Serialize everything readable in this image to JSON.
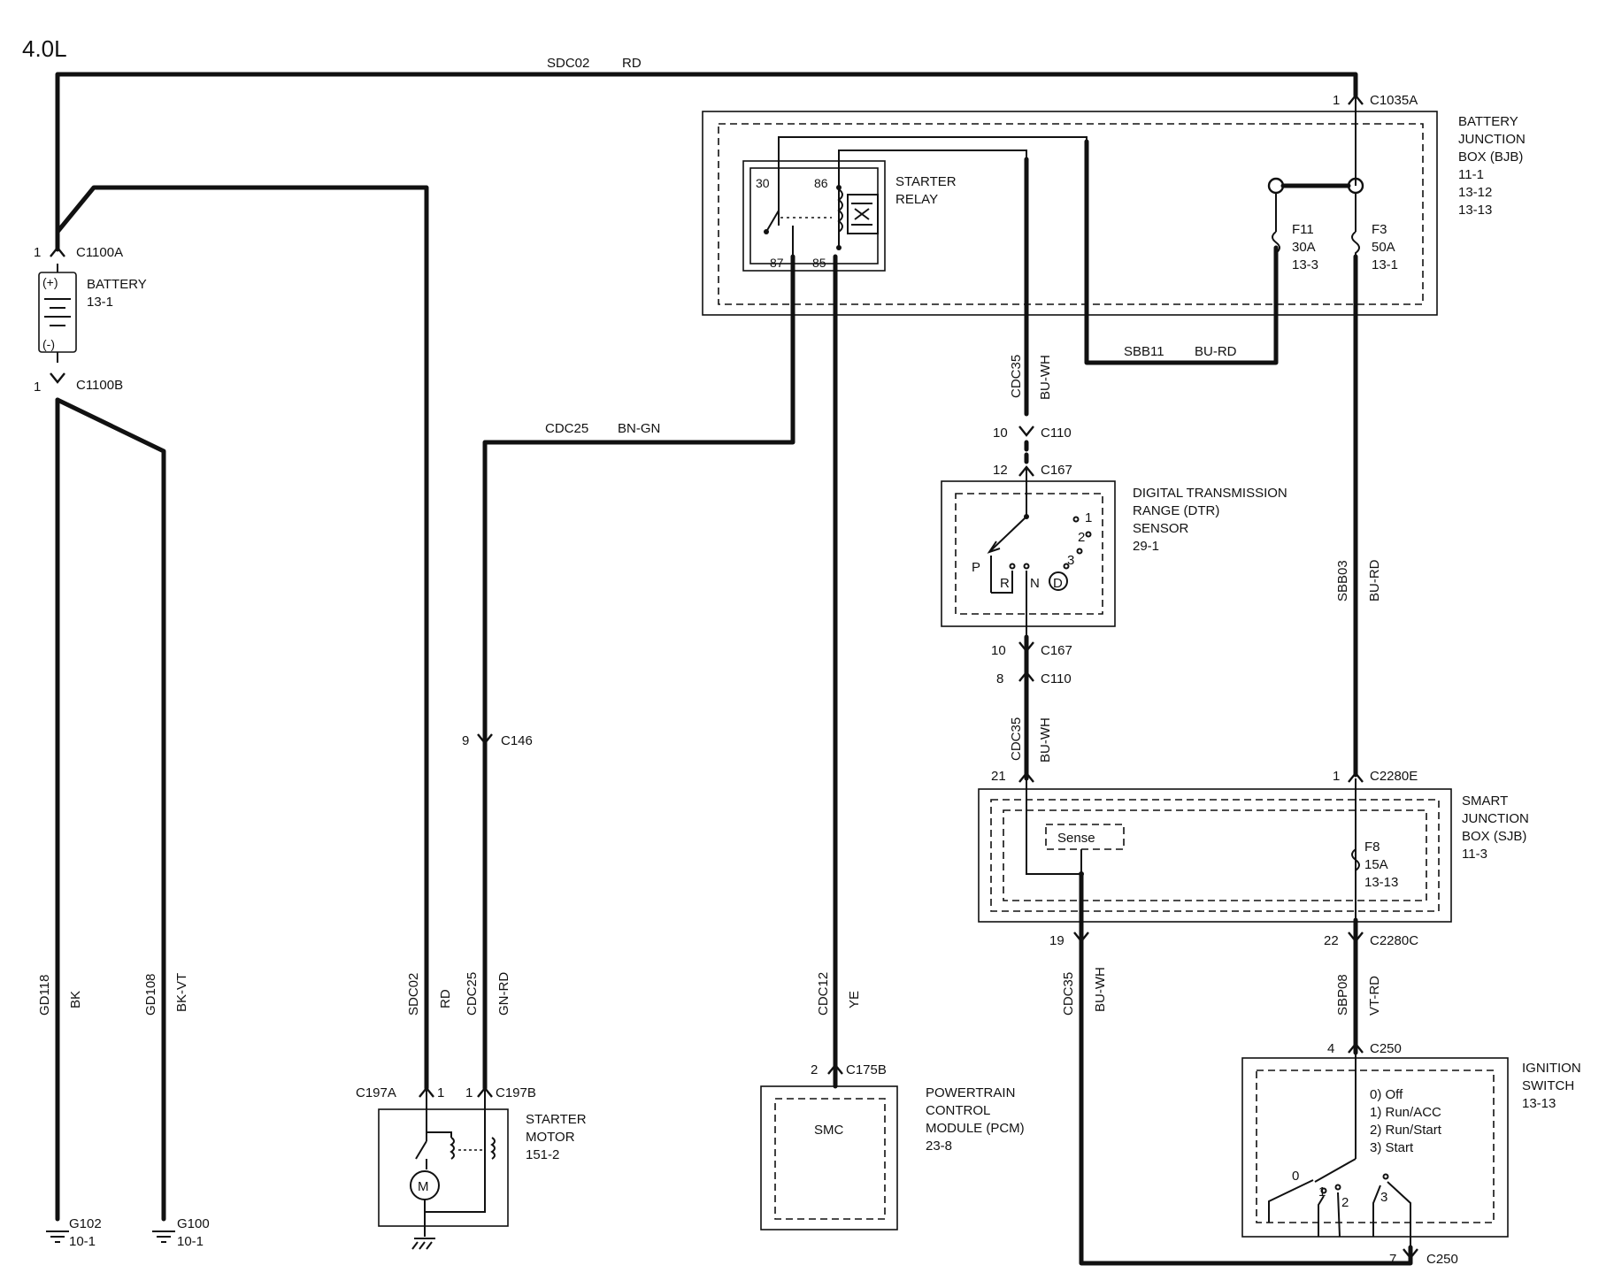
{
  "engine": "4.0L",
  "wires": {
    "sdc02_top": {
      "circuit": "SDC02",
      "color": "RD"
    },
    "sbb11": {
      "circuit": "SBB11",
      "color": "BU-RD"
    },
    "cdc35_a": {
      "circuit": "CDC35",
      "color": "BU-WH"
    },
    "cdc25_h": {
      "circuit": "CDC25",
      "color": "BN-GN"
    },
    "sbb03": {
      "circuit": "SBB03",
      "color": "BU-RD"
    },
    "cdc35_b": {
      "circuit": "CDC35",
      "color": "BU-WH"
    },
    "gd118": {
      "circuit": "GD118",
      "color": "BK"
    },
    "gd108": {
      "circuit": "GD108",
      "color": "BK-VT"
    },
    "sdc02_v": {
      "circuit": "SDC02",
      "color": "RD"
    },
    "cdc25_v": {
      "circuit": "CDC25",
      "color": "GN-RD"
    },
    "cdc12": {
      "circuit": "CDC12",
      "color": "YE"
    },
    "cdc35_c": {
      "circuit": "CDC35",
      "color": "BU-WH"
    },
    "sbp08": {
      "circuit": "SBP08",
      "color": "VT-RD"
    }
  },
  "connectors": {
    "c1035a": {
      "pin": "1",
      "id": "C1035A"
    },
    "c1100a": {
      "pin": "1",
      "id": "C1100A"
    },
    "c1100b": {
      "pin": "1",
      "id": "C1100B"
    },
    "c110_top": {
      "pin": "10",
      "id": "C110"
    },
    "c167_top": {
      "pin": "12",
      "id": "C167"
    },
    "c167_bot": {
      "pin": "10",
      "id": "C167"
    },
    "c110_bot": {
      "pin": "8",
      "id": "C110"
    },
    "c146": {
      "pin": "9",
      "id": "C146"
    },
    "sjb_21": {
      "pin": "21"
    },
    "c2280e": {
      "pin": "1",
      "id": "C2280E"
    },
    "sjb_19": {
      "pin": "19"
    },
    "c2280c": {
      "pin": "22",
      "id": "C2280C"
    },
    "c250_top": {
      "pin": "4",
      "id": "C250"
    },
    "c250_bot": {
      "pin": "7",
      "id": "C250"
    },
    "c197a": {
      "pin": "1",
      "id": "C197A"
    },
    "c197b": {
      "pin": "1",
      "id": "C197B"
    },
    "c175b": {
      "pin": "2",
      "id": "C175B"
    }
  },
  "components": {
    "battery": {
      "name": "BATTERY",
      "ref": "13-1",
      "pos": "(+)",
      "neg": "(-)"
    },
    "bjb": {
      "line1": "BATTERY",
      "line2": "JUNCTION",
      "line3": "BOX (BJB)",
      "refs": [
        "11-1",
        "13-12",
        "13-13"
      ]
    },
    "starter_relay": {
      "line1": "STARTER",
      "line2": "RELAY",
      "pins": {
        "p30": "30",
        "p86": "86",
        "p87": "87",
        "p85": "85"
      }
    },
    "fuse_f11": {
      "name": "F11",
      "rating": "30A",
      "ref": "13-3"
    },
    "fuse_f3": {
      "name": "F3",
      "rating": "50A",
      "ref": "13-1"
    },
    "dtr": {
      "line1": "DIGITAL TRANSMISSION",
      "line2": "RANGE (DTR)",
      "line3": "SENSOR",
      "ref": "29-1",
      "positions": {
        "p": "P",
        "r": "R",
        "n": "N",
        "d": "D",
        "one": "1",
        "two": "2",
        "three": "3"
      }
    },
    "sjb": {
      "line1": "SMART",
      "line2": "JUNCTION",
      "line3": "BOX (SJB)",
      "ref": "11-3",
      "sense": "Sense"
    },
    "fuse_f8": {
      "name": "F8",
      "rating": "15A",
      "ref": "13-13"
    },
    "starter_motor": {
      "line1": "STARTER",
      "line2": "MOTOR",
      "ref": "151-2",
      "symbol": "M"
    },
    "pcm": {
      "line1": "POWERTRAIN",
      "line2": "CONTROL",
      "line3": "MODULE (PCM)",
      "ref": "23-8",
      "inner": "SMC"
    },
    "ignition": {
      "line1": "IGNITION",
      "line2": "SWITCH",
      "ref": "13-13",
      "states": [
        "0) Off",
        "1) Run/ACC",
        "2) Run/Start",
        "3) Start"
      ],
      "contacts": {
        "c0": "0",
        "c1": "1",
        "c2": "2",
        "c3": "3"
      }
    },
    "g102": {
      "name": "G102",
      "ref": "10-1"
    },
    "g100": {
      "name": "G100",
      "ref": "10-1"
    }
  }
}
